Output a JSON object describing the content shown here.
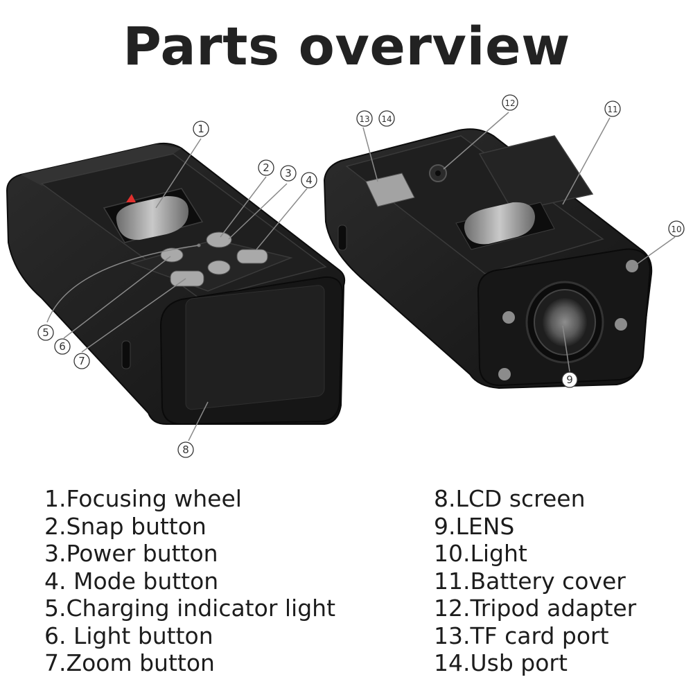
{
  "title": "Parts overview",
  "callouts": [
    "1",
    "2",
    "3",
    "4",
    "5",
    "6",
    "7",
    "8",
    "9",
    "10",
    "11",
    "12",
    "13",
    "14"
  ],
  "legend_left": [
    "1.Focusing wheel",
    "2.Snap button",
    "3.Power button",
    "4. Mode button",
    "5.Charging indicator light",
    "6. Light button",
    "7.Zoom button"
  ],
  "legend_right": [
    "8.LCD screen",
    "9.LENS",
    "10.Light",
    "11.Battery cover",
    "12.Tripod adapter",
    "13.TF card port",
    "14.Usb port"
  ],
  "colors": {
    "body": "#1b1b1b",
    "edge": "#2e2e2e",
    "button": "#a9a9a9",
    "callout_line": "#888888"
  }
}
